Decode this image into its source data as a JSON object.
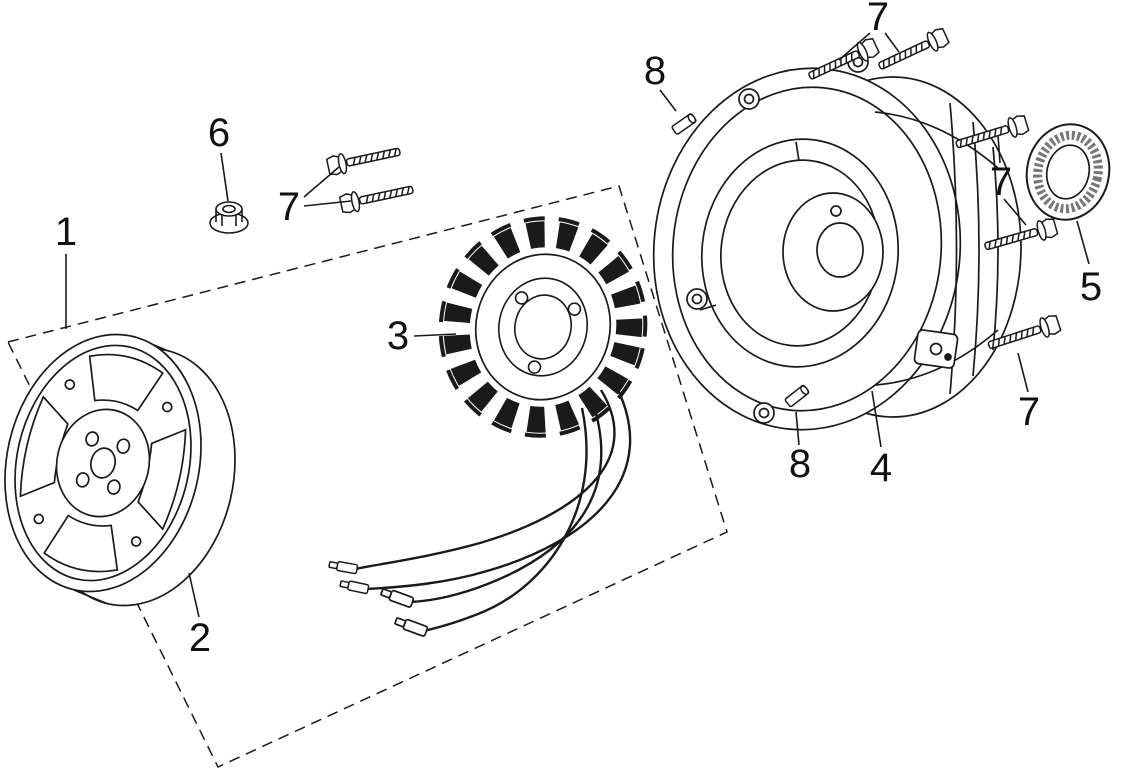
{
  "diagram": {
    "type": "exploded-parts-diagram",
    "subject": "flywheel-stator-and-crankcase-cover-assembly",
    "background_color": "#ffffff",
    "line_color": "#1a1a1a",
    "callouts": [
      {
        "text": "1",
        "points_to": "assembly-boundary"
      },
      {
        "text": "2",
        "points_to": "flywheel-rotor"
      },
      {
        "text": "3",
        "points_to": "stator"
      },
      {
        "text": "4",
        "points_to": "crankcase-cover"
      },
      {
        "text": "5",
        "points_to": "seal-ring"
      },
      {
        "text": "6",
        "points_to": "flange-nut"
      },
      {
        "text": "7",
        "points_to": "flange-bolts-upper-left"
      },
      {
        "text": "7",
        "points_to": "flange-bolts-upper-right"
      },
      {
        "text": "7",
        "points_to": "flange-bolts-right"
      },
      {
        "text": "7",
        "points_to": "flange-bolt-lower-right"
      },
      {
        "text": "8",
        "points_to": "dowel-pin-upper"
      },
      {
        "text": "8",
        "points_to": "dowel-pin-lower"
      }
    ]
  }
}
